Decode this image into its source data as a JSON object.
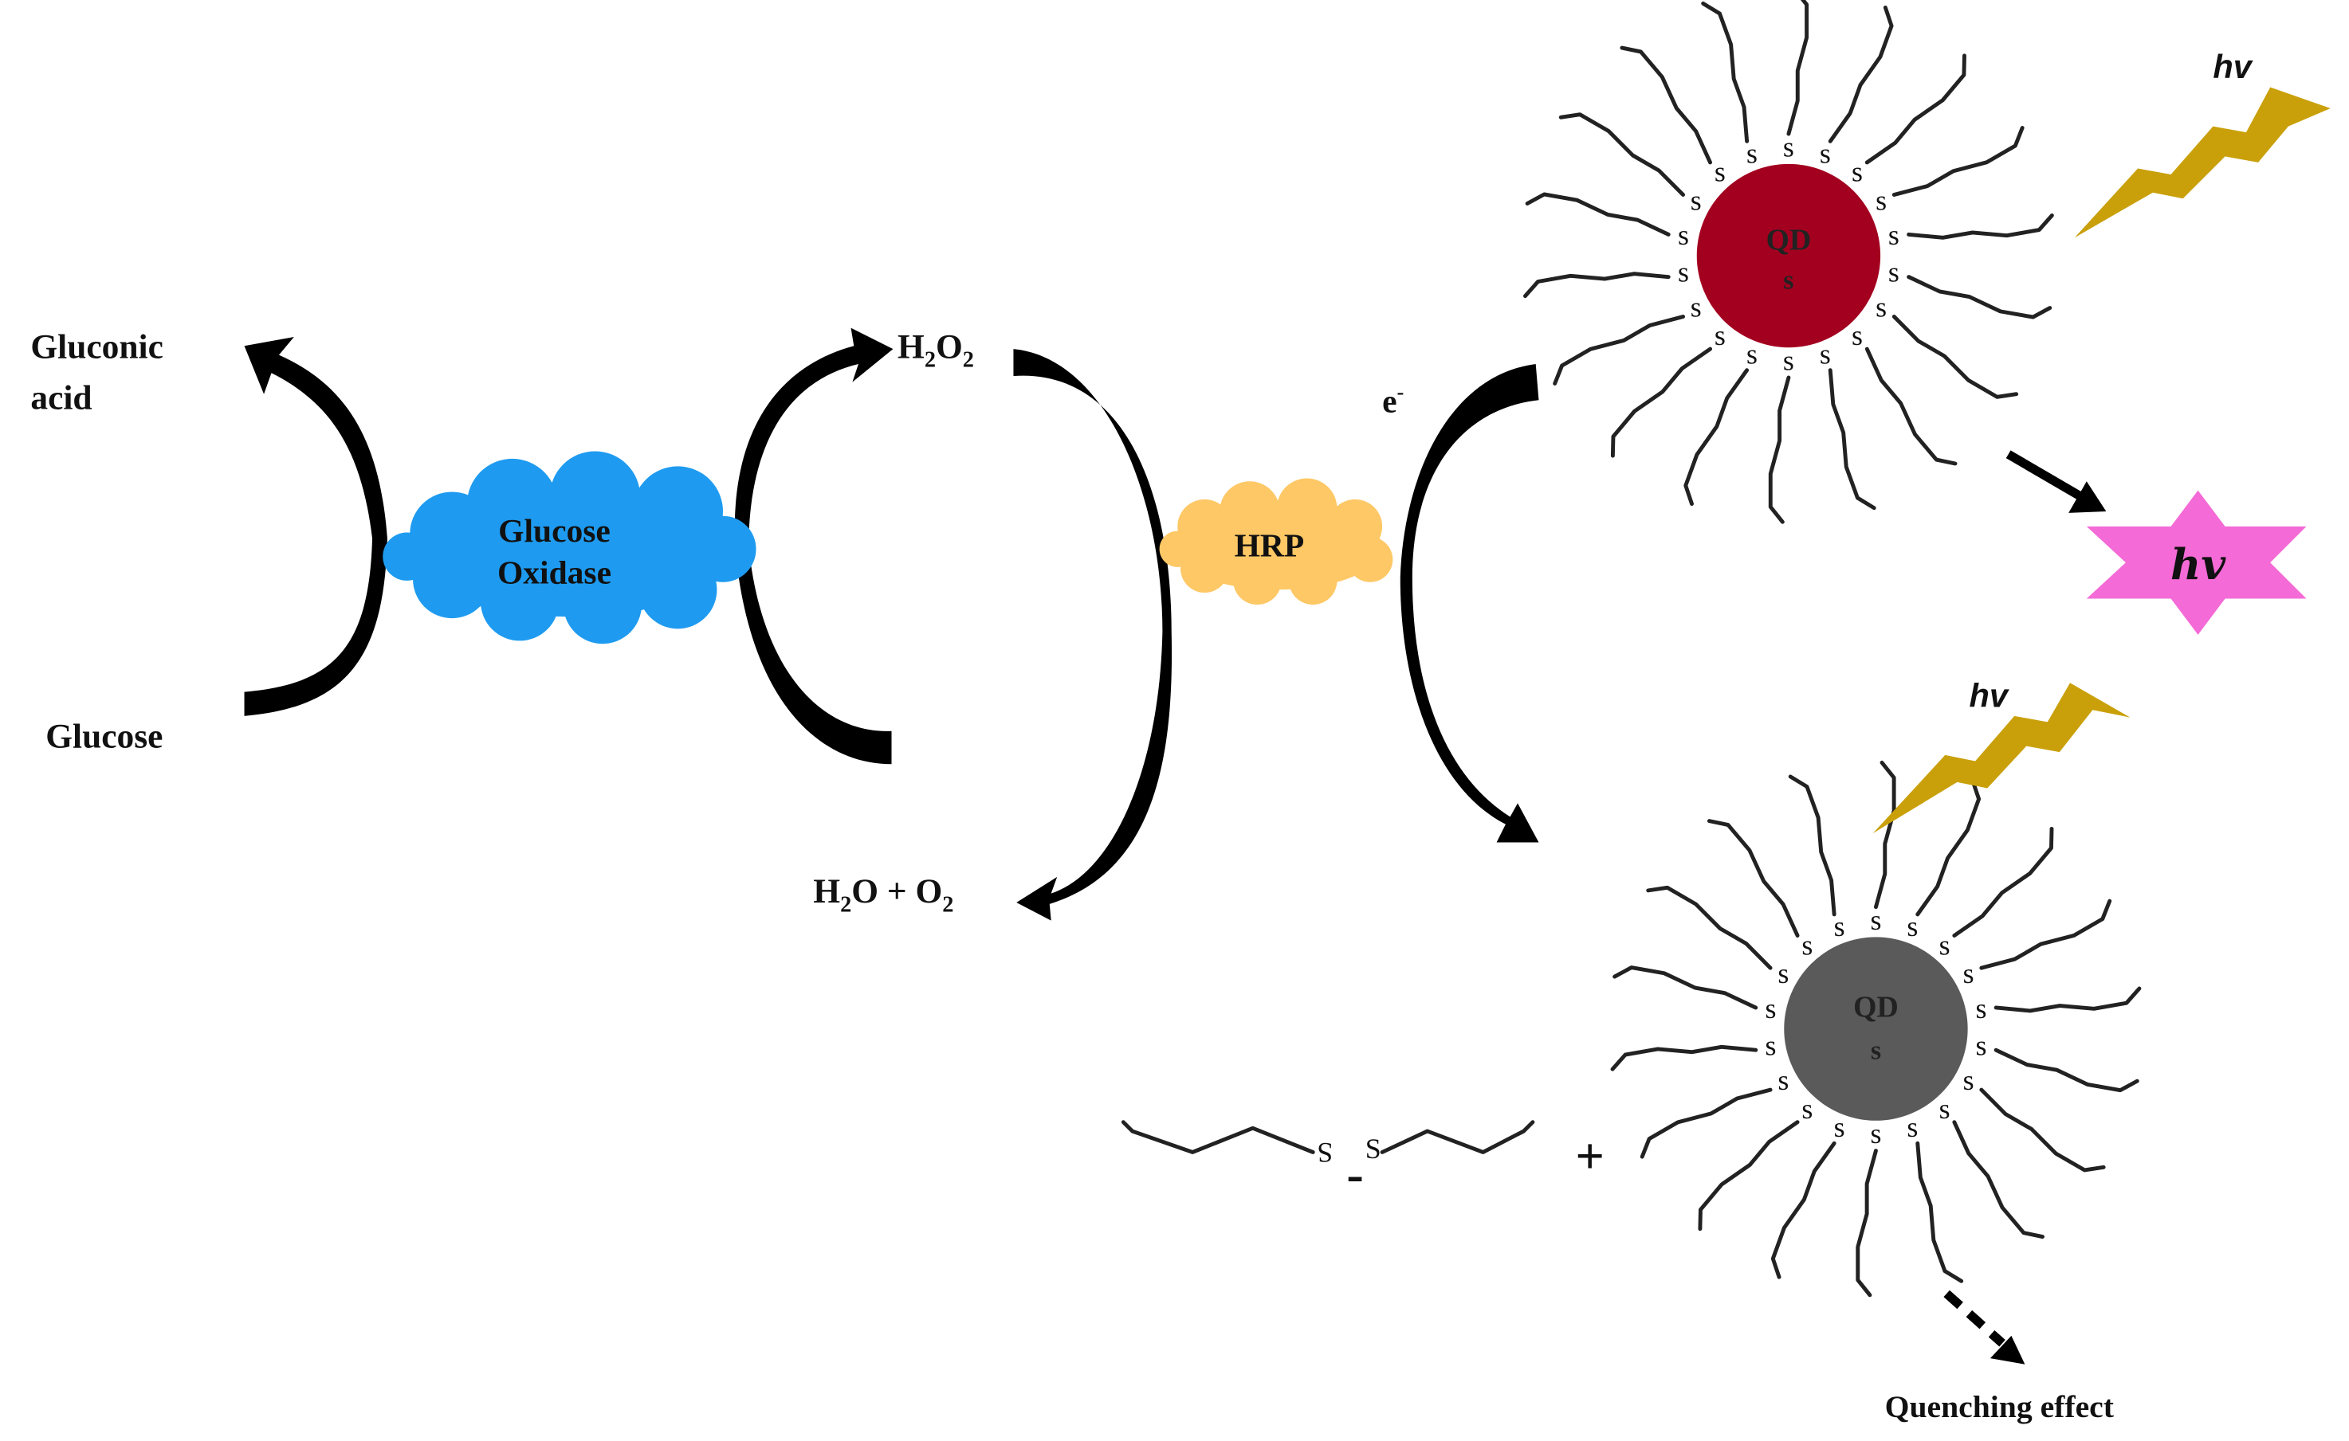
{
  "labels": {
    "gluconic_acid_line1": "Gluconic",
    "gluconic_acid_line2": "acid",
    "glucose": "Glucose",
    "glucose_oxidase_line1": "Glucose",
    "glucose_oxidase_line2": "Oxidase",
    "h2o2_main": "H",
    "h2o2_sub1": "2",
    "h2o2_mid": "O",
    "h2o2_sub2": "2",
    "h2o_o2_main": "H",
    "h2o_o2_sub1": "2",
    "h2o_o2_mid": "O + O",
    "h2o_o2_sub2": "2",
    "hrp": "HRP",
    "electron": "e",
    "electron_sup": "-",
    "qd_top_line1": "QD",
    "qd_top_line2": "s",
    "qd_bottom_line1": "QD",
    "qd_bottom_line2": "s",
    "hv_top": "hv",
    "hv_emission": "hv",
    "hv_bottom": "hv",
    "minus_sign": "-",
    "plus_sign": "+",
    "quenching": "Quenching effect"
  },
  "ligand_atom": "S",
  "colors": {
    "arrow": "#000000",
    "glucose_oxidase_cloud": "#1E9BF0",
    "hrp_cloud": "#FDC865",
    "qd_active": "#A30020",
    "qd_quenched": "#5A5A5A",
    "lightning": "#C9A00A",
    "emission_star": "#F46AD6"
  },
  "icons": [
    "curved-arrow",
    "cloud",
    "lightning-bolt-icon",
    "star-burst-icon",
    "dashed-arrow"
  ]
}
